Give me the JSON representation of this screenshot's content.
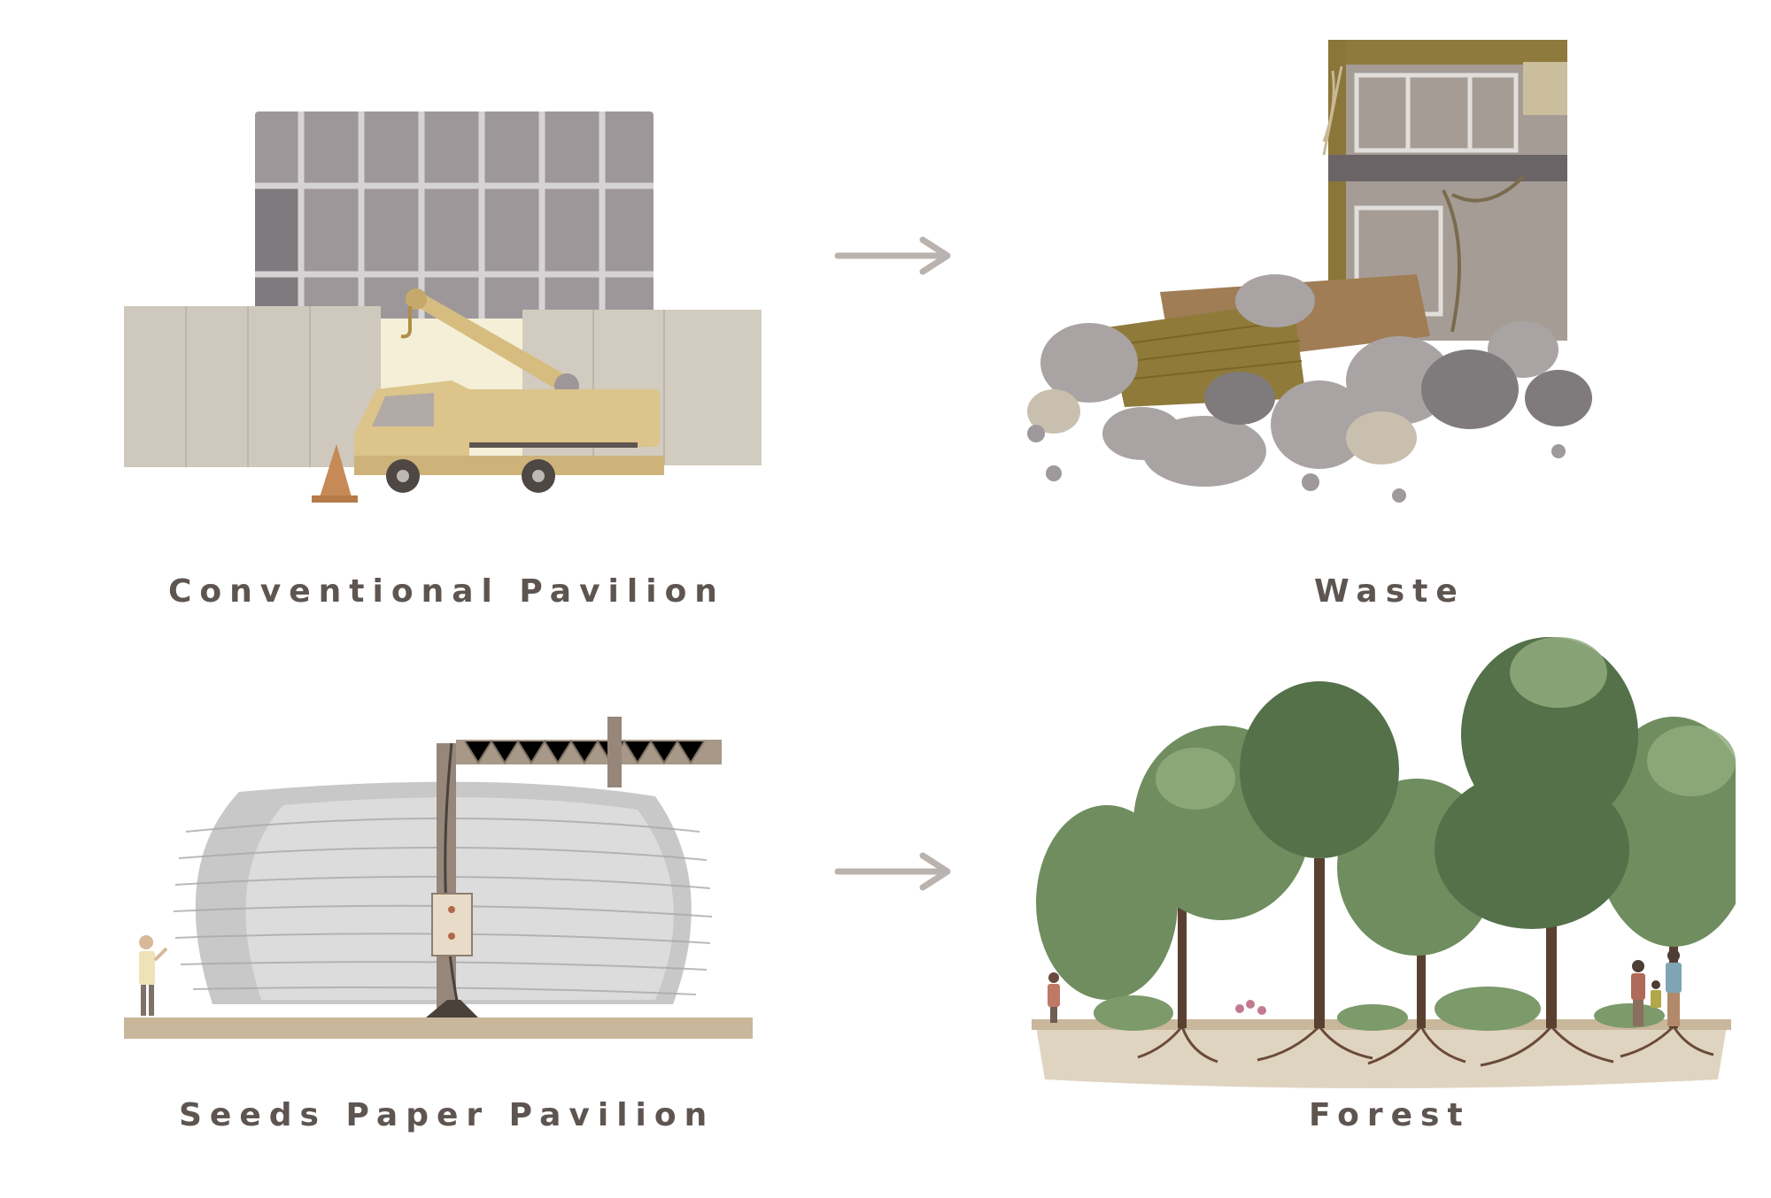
{
  "stages": [
    {
      "id": "conventional",
      "label": "Conventional Pavilion"
    },
    {
      "id": "waste",
      "label": "Waste"
    },
    {
      "id": "seeds",
      "label": "Seeds Paper Pavilion"
    },
    {
      "id": "forest",
      "label": "Forest"
    }
  ],
  "colors": {
    "caption": "#5e5551",
    "arrow": "#b9b2ae",
    "hoarding": "#cfc8bc",
    "truck": "#dcc48a",
    "building": "#9d979a",
    "paper": "#d3d3d3",
    "ground": "#c9b79c",
    "tree": "#6f8d5e",
    "rubble": "#a9a4a3"
  },
  "icons": [
    "construction-illustration",
    "rubble-illustration",
    "paper-pavilion-illustration",
    "forest-illustration",
    "arrow-right-icon"
  ]
}
